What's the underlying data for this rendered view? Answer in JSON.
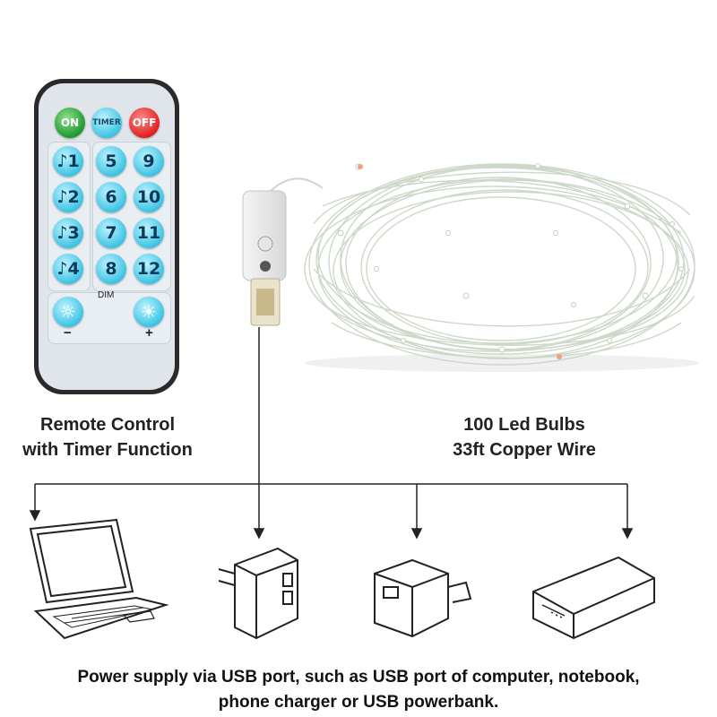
{
  "remote": {
    "buttons": {
      "on": "ON",
      "timer": "TIMER",
      "off": "OFF",
      "music": [
        "♪1",
        "♪2",
        "♪3",
        "♪4"
      ],
      "numbers": [
        "5",
        "6",
        "7",
        "8",
        "9",
        "10",
        "11",
        "12"
      ],
      "dim_label": "DIM",
      "minus": "−",
      "plus": "+"
    }
  },
  "captions": {
    "remote_line1": "Remote Control",
    "remote_line2": "with Timer Function",
    "lights_line1": "100 Led Bulbs",
    "lights_line2": "33ft Copper Wire"
  },
  "bottom": {
    "line1": "Power supply via USB port, such as USB port of computer, notebook,",
    "line2": "phone charger or USB powerbank."
  },
  "devices": [
    "laptop-icon",
    "wall-charger-icon",
    "usb-plug-adapter-icon",
    "power-bank-icon"
  ]
}
